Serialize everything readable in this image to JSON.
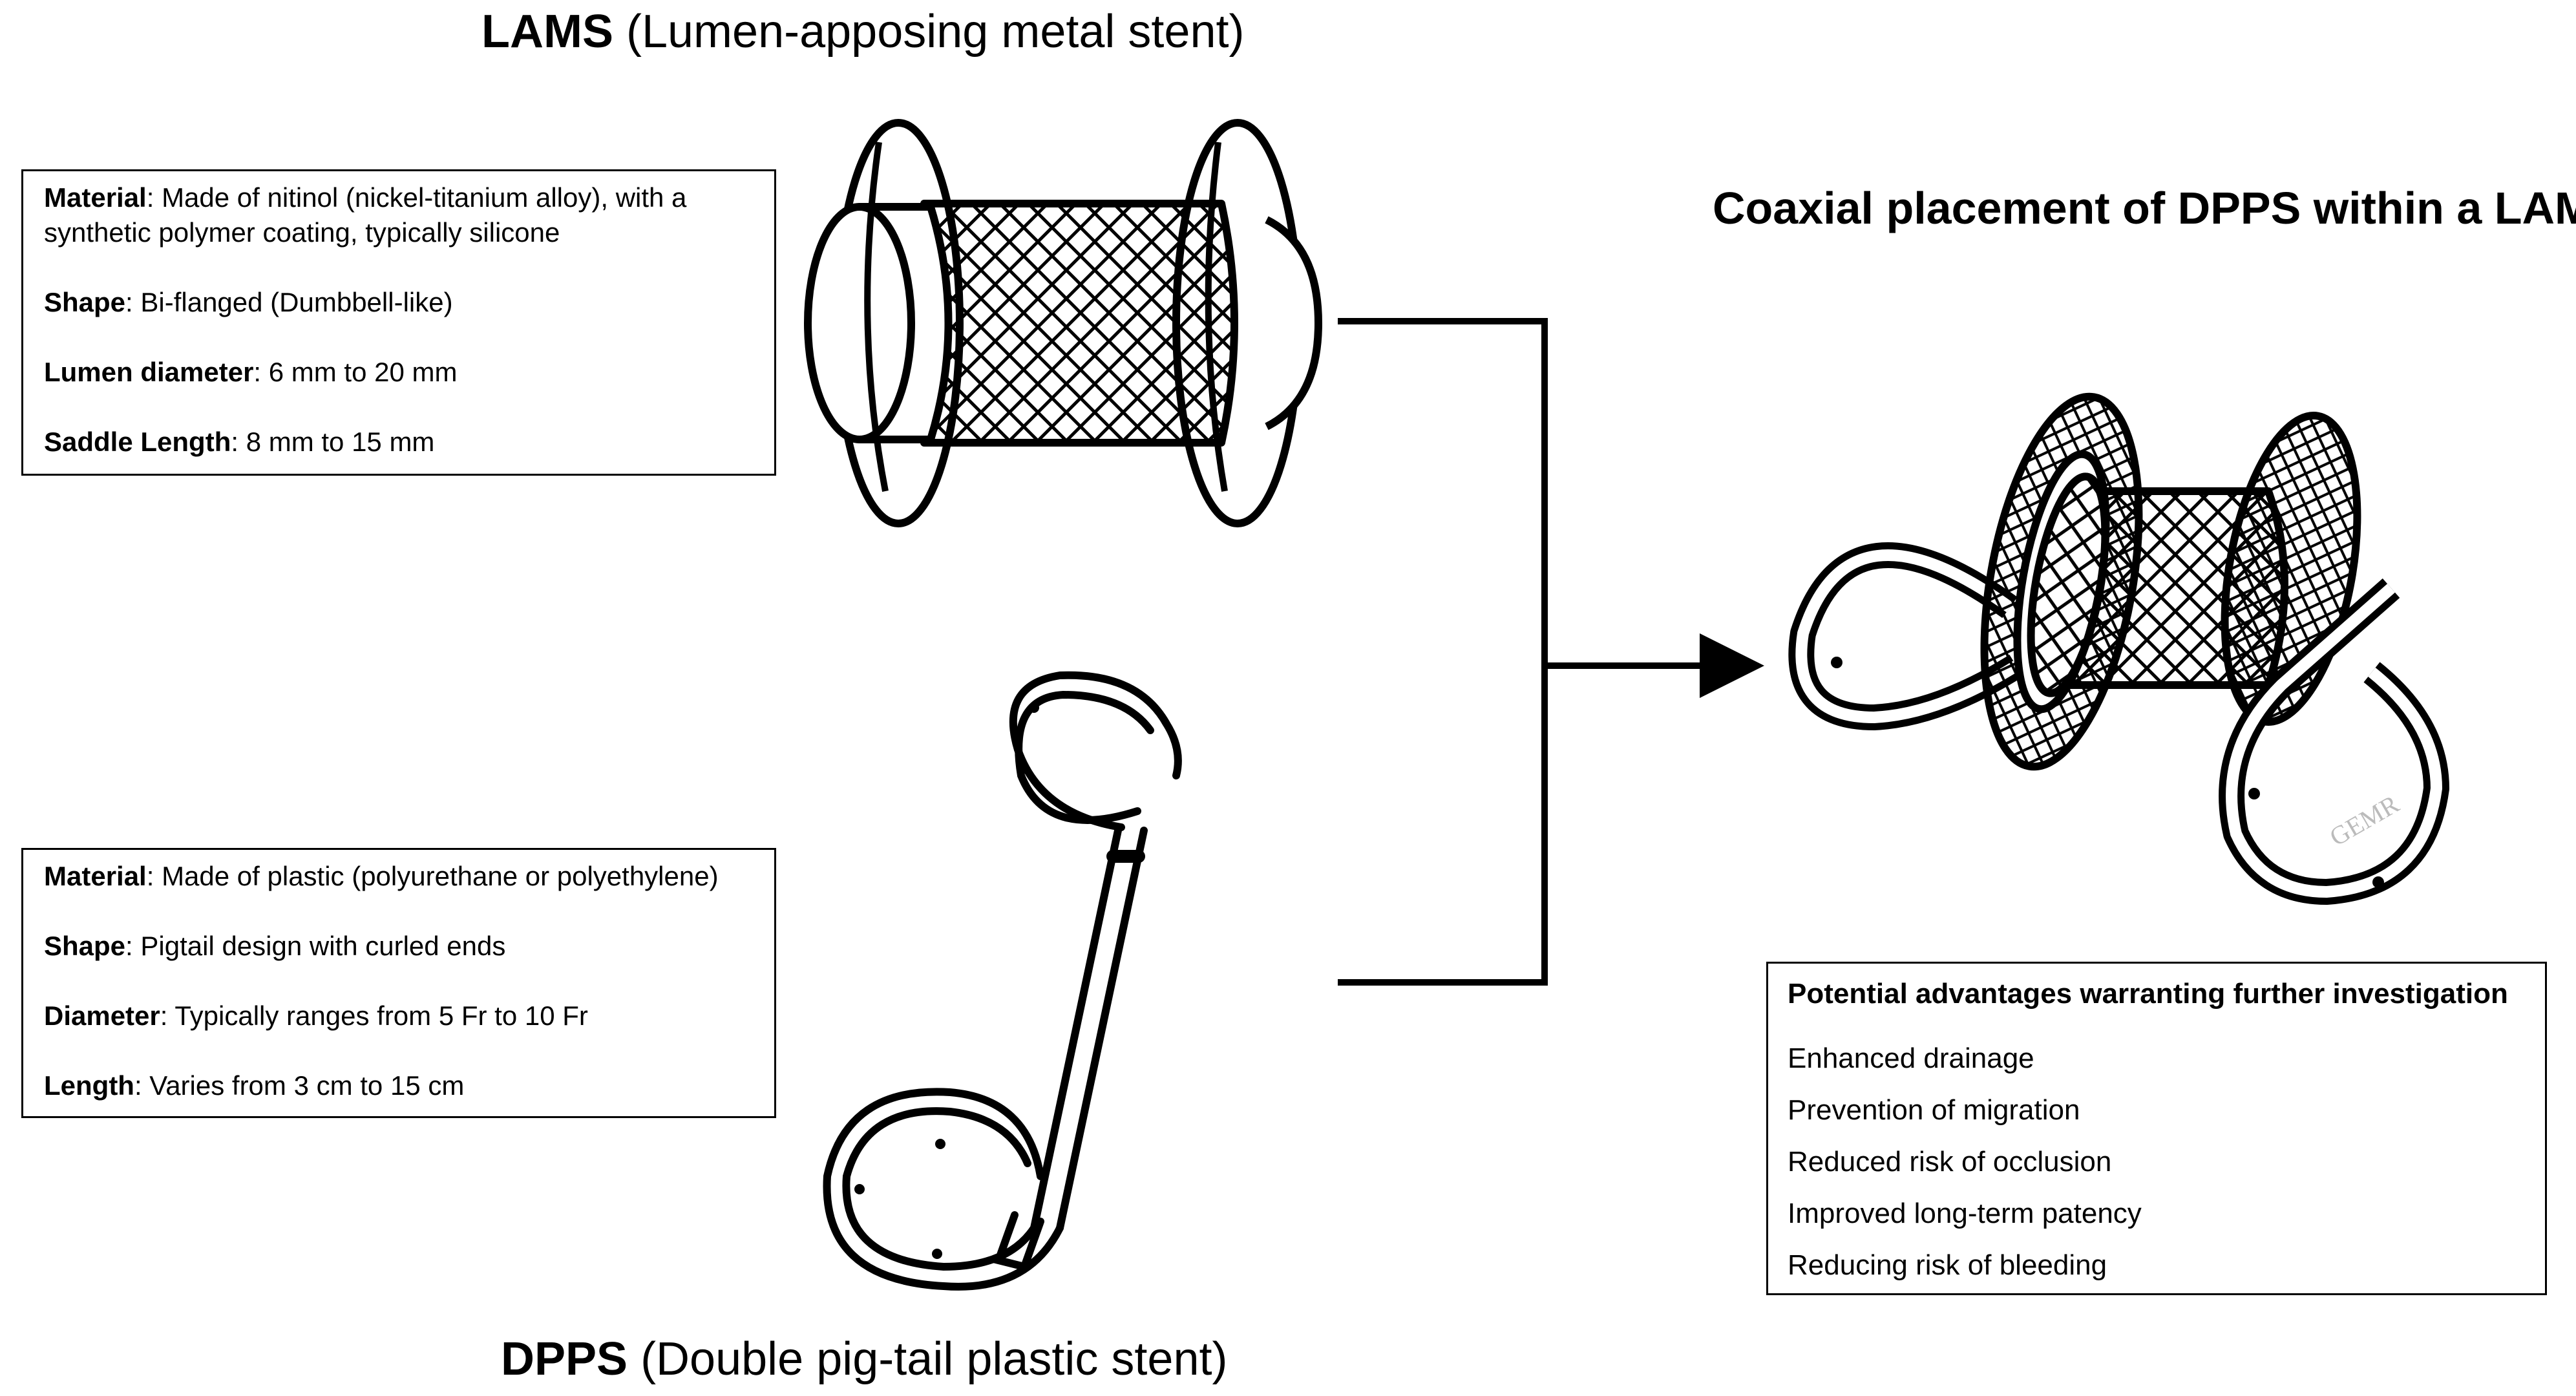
{
  "lams": {
    "title_bold": "LAMS",
    "title_rest": " (Lumen-apposing metal stent)",
    "specs": [
      {
        "label": "Material",
        "value": ": Made of nitinol (nickel-titanium alloy), with a"
      },
      {
        "label": "",
        "value": "synthetic polymer coating, typically silicone"
      },
      {
        "label": "Shape",
        "value": ": Bi-flanged (Dumbbell-like)"
      },
      {
        "label": "Lumen diameter",
        "value": ": 6 mm to 20 mm"
      },
      {
        "label": "Saddle Length",
        "value": ": 8 mm to 15 mm"
      }
    ]
  },
  "dpps": {
    "title_bold": "DPPS",
    "title_rest": " (Double pig-tail plastic stent)",
    "specs": [
      {
        "label": "Material",
        "value": ": Made of plastic (polyurethane or polyethylene)"
      },
      {
        "label": "Shape",
        "value": ": Pigtail design with curled ends"
      },
      {
        "label": "Diameter",
        "value": ": Typically ranges from 5 Fr to 10 Fr"
      },
      {
        "label": "Length",
        "value": ": Varies from 3 cm to 15 cm"
      }
    ]
  },
  "coaxial": {
    "title": "Coaxial placement of DPPS within a LAMS",
    "watermark": "GEMR"
  },
  "advantages": {
    "header": "Potential advantages warranting further investigation",
    "items": [
      "Enhanced drainage",
      "Prevention of migration",
      "Reduced risk of occlusion",
      "Improved long-term patency",
      "Reducing risk of bleeding"
    ]
  }
}
